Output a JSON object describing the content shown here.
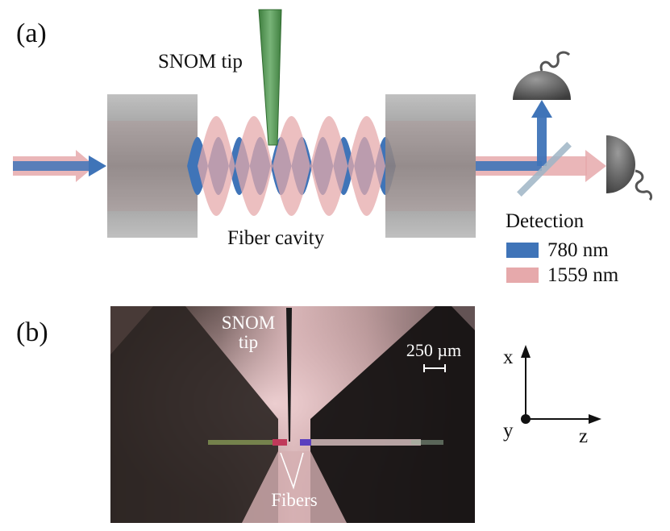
{
  "panel_a": {
    "panel_label": "(a)",
    "tip_label": "SNOM tip",
    "cavity_label": "Fiber cavity",
    "detection_label": "Detection",
    "legend": [
      {
        "label": "780 nm",
        "color": "#3f74b8"
      },
      {
        "label": "1559 nm",
        "color": "#e6a9ab"
      }
    ]
  },
  "panel_b": {
    "panel_label": "(b)",
    "tip_label_line1": "SNOM",
    "tip_label_line2": "tip",
    "fibers_label": "Fibers",
    "scalebar_label": "250 µm"
  },
  "axes": {
    "x_label": "x",
    "y_label": "y",
    "z_label": "z"
  },
  "colors": {
    "blue_beam": "#3f74b8",
    "pink_beam": "#e6a9ab",
    "tip_green": "#5a9a5a",
    "mirror_gray": "#8c8c8c",
    "detector_gray": "#555555"
  }
}
